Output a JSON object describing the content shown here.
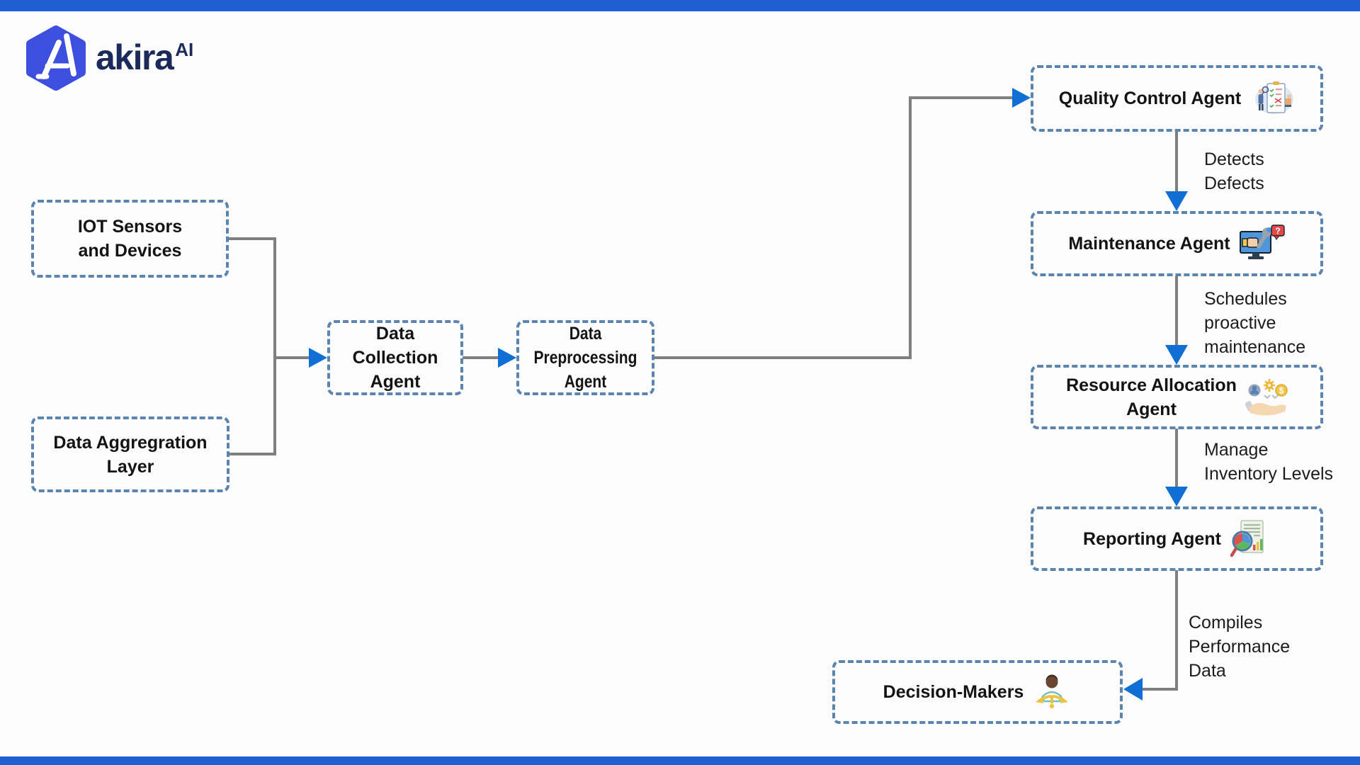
{
  "chrome": {
    "top_bar_color": "#1f5fd2",
    "bottom_bar_color": "#1f5fd2"
  },
  "logo": {
    "brand": "akira",
    "suffix": "AI"
  },
  "nodes": {
    "iot": {
      "lines": [
        "IOT Sensors",
        "and Devices"
      ]
    },
    "aggregation": {
      "lines": [
        "Data Aggregration",
        "Layer"
      ]
    },
    "collection": {
      "lines": [
        "Data Collection",
        "Agent"
      ]
    },
    "preprocessing": {
      "lines": [
        "Data Preprocessing",
        "Agent"
      ]
    },
    "quality": {
      "lines": [
        "Quality Control Agent"
      ],
      "icon": "quality-inspection-icon"
    },
    "maintenance": {
      "lines": [
        "Maintenance Agent"
      ],
      "icon": "device-repair-icon"
    },
    "resource": {
      "lines": [
        "Resource Allocation",
        "Agent"
      ],
      "icon": "resource-allocation-hand-icon"
    },
    "reporting": {
      "lines": [
        "Reporting Agent"
      ],
      "icon": "report-magnifier-icon"
    },
    "decision": {
      "lines": [
        "Decision-Makers"
      ],
      "icon": "decision-person-icon"
    }
  },
  "edges": {
    "detects": {
      "lines": [
        "Detects",
        "Defects"
      ]
    },
    "schedules": {
      "lines": [
        "Schedules",
        "proactive",
        "maintenance"
      ]
    },
    "manage": {
      "lines": [
        "Manage",
        "Inventory Levels"
      ]
    },
    "compiles": {
      "lines": [
        "Compiles",
        "Performance",
        "Data"
      ]
    }
  },
  "colors": {
    "arrowhead": "#0f6fd4",
    "connector": "#7f7f7f",
    "box_border": "#5b84ae",
    "logo_hex": "#3c4fdf",
    "wordmark": "#1b2a5a"
  }
}
